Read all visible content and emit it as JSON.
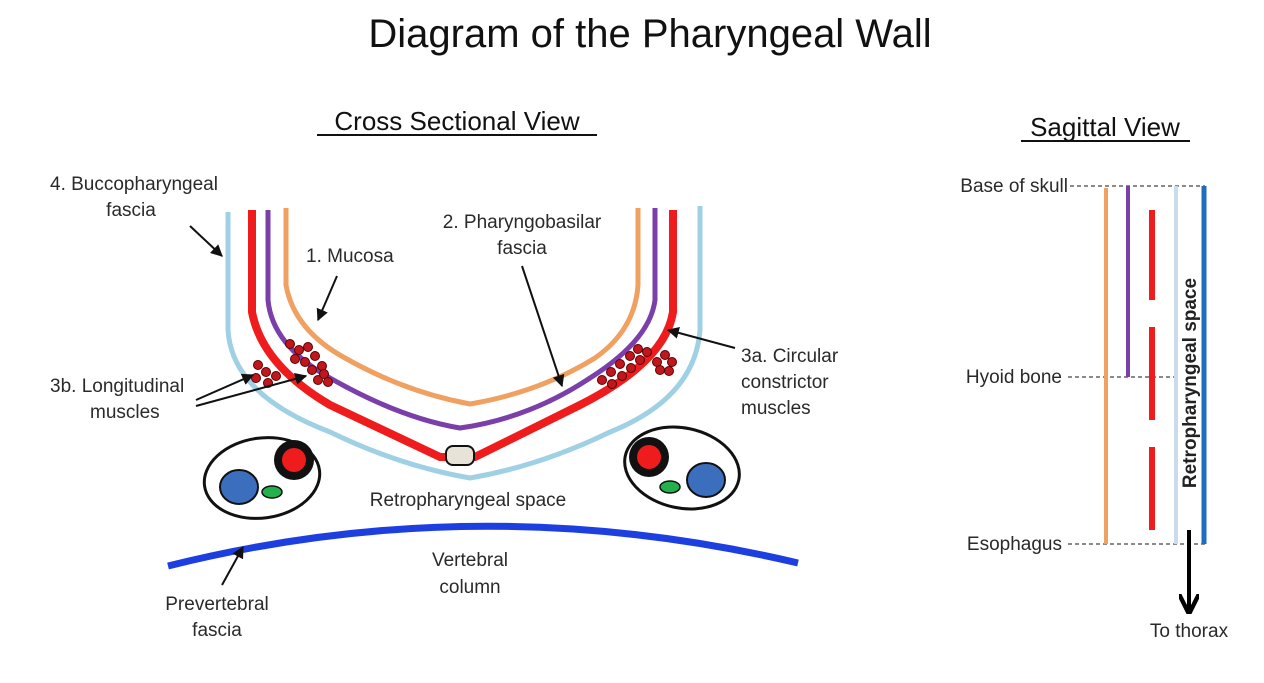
{
  "title": "Diagram of the Pharyngeal Wall",
  "cross_section": {
    "heading": "Cross Sectional View",
    "labels": {
      "buccopharyngeal_1": "4. Buccopharyngeal",
      "buccopharyngeal_2": "fascia",
      "mucosa": "1. Mucosa",
      "pharyngobasilar_1": "2. Pharyngobasilar",
      "pharyngobasilar_2": "fascia",
      "circular_1": "3a. Circular",
      "circular_2": "constrictor",
      "circular_3": "muscles",
      "longitudinal_1": "3b. Longitudinal",
      "longitudinal_2": "muscles",
      "retropharyngeal": "Retropharyngeal  space",
      "vertebral_1": "Vertebral",
      "vertebral_2": "column",
      "prevertebral_1": "Prevertebral",
      "prevertebral_2": "fascia"
    }
  },
  "sagittal": {
    "heading": "Sagittal View",
    "labels": {
      "base_of_skull": "Base of skull",
      "hyoid_bone": "Hyoid bone",
      "esophagus": "Esophagus",
      "retropharyngeal_space": "Retropharyngeal space",
      "to_thorax": "To thorax"
    }
  },
  "colors": {
    "mucosa": "#f0a060",
    "pharyngobasilar": "#7a3fa8",
    "constrictor": "#ee1c1c",
    "buccopharyngeal": "#9fd0e4",
    "prevertebral": "#1e3fe0",
    "sagittal_back": "#1f6cc0",
    "muscle_dots": "#c0161e",
    "vein": "#3b6fbd",
    "nerve": "#22b14c"
  }
}
